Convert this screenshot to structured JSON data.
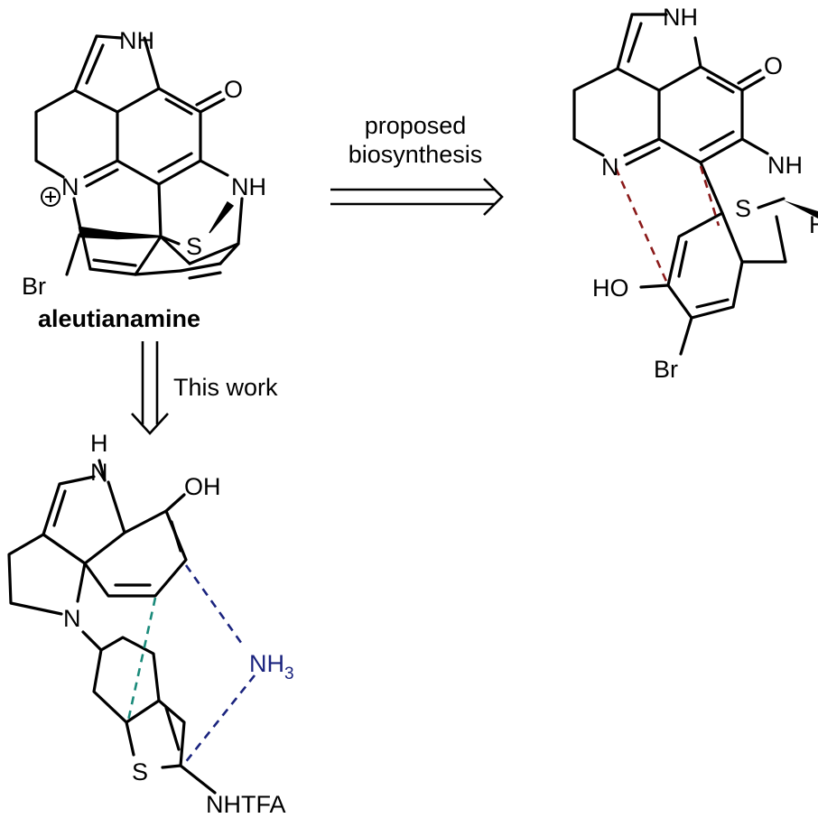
{
  "compound_name": "aleutianamine",
  "arrow_right_label_line1": "proposed",
  "arrow_right_label_line2": "biosynthesis",
  "arrow_down_label": "This work",
  "atoms": {
    "top_left": {
      "nh": "NH",
      "o": "O",
      "n": "N",
      "nh2": "NH",
      "s": "S",
      "br": "Br",
      "charge": "+"
    },
    "top_right": {
      "nh": "NH",
      "o": "O",
      "n": "N",
      "nh2": "NH",
      "s": "S",
      "h": "H",
      "ho": "HO",
      "br": "Br"
    },
    "bottom": {
      "h": "H",
      "n1": "N",
      "oh": "OH",
      "n2": "N",
      "nh3": "NH",
      "nh3_sub": "3",
      "s": "S",
      "nhtfa": "NHTFA"
    }
  },
  "colors": {
    "ink": "#000000",
    "biosynthesis_disconnection": "#8b1a1a",
    "amine_disconnection": "#1a237e",
    "aryl_disconnection": "#1a8a7a"
  }
}
